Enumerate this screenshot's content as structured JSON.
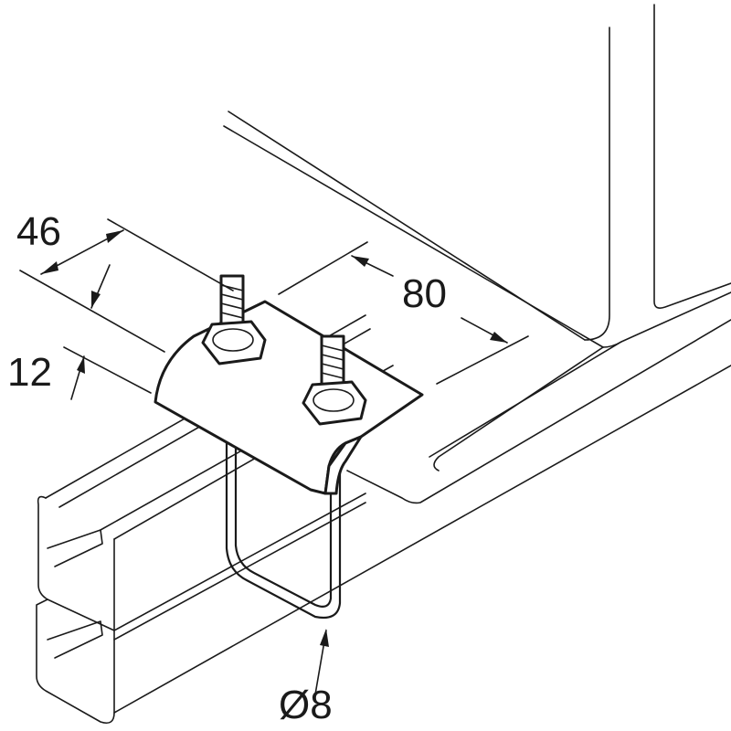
{
  "dimensions": {
    "flange_width": "46",
    "clamp_length": "80",
    "flange_thickness": "12",
    "rod_diameter": "Ø8"
  },
  "colors": {
    "line": "#1a1a1a",
    "background": "#ffffff"
  }
}
